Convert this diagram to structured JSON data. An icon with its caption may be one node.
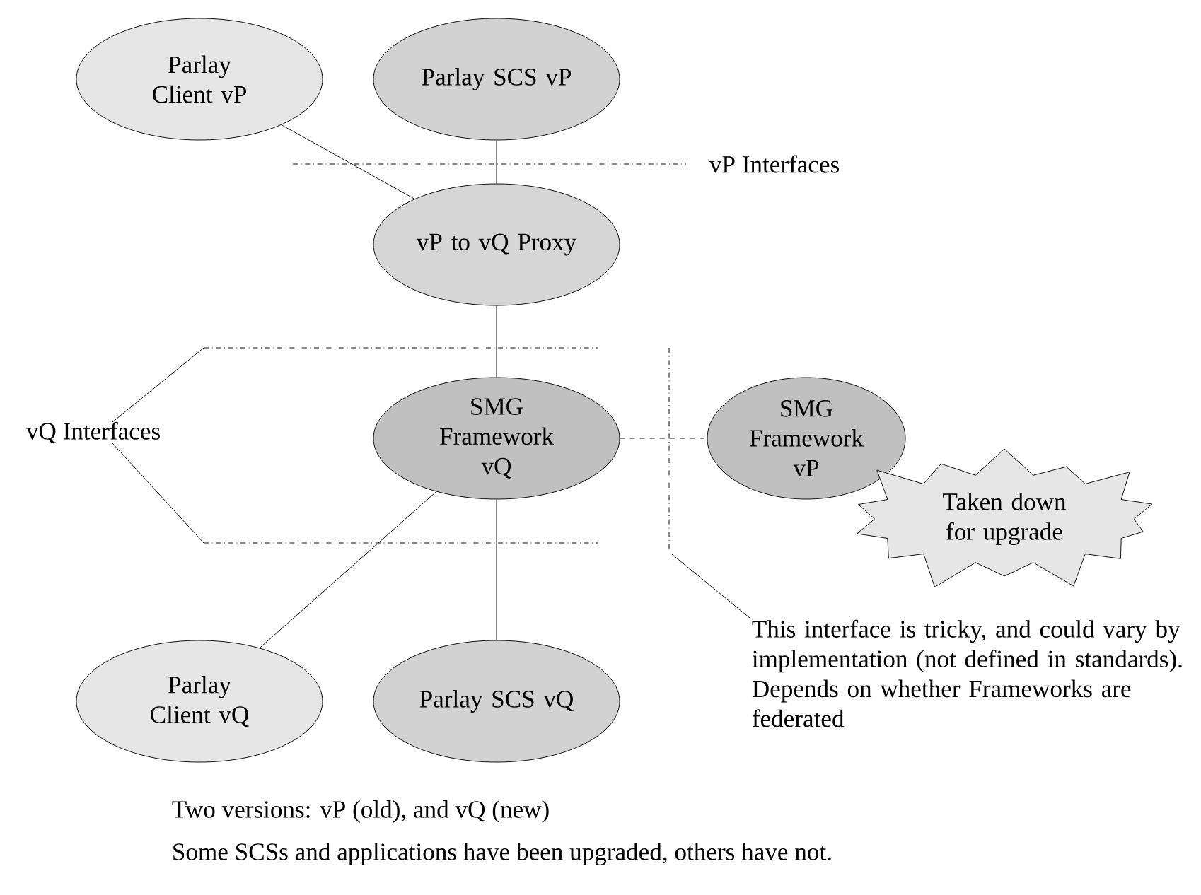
{
  "diagram": {
    "nodes": [
      {
        "text": [
          "Parlay Client vP"
        ]
      },
      {
        "text": [
          "Parlay SCS vP"
        ]
      },
      {
        "text": [
          "vP to vQ Proxy"
        ]
      },
      {
        "text": [
          "SMG Framework vQ"
        ]
      },
      {
        "text": [
          "SMG Framework vP"
        ]
      },
      {
        "text": [
          "Taken down for upgrade"
        ]
      },
      {
        "text": [
          "vQ Interfaces"
        ]
      },
      {
        "text": [
          "Parlay Client vQ"
        ]
      },
      {
        "text": [
          "Parlay SCS vQ"
        ]
      },
      {
        "text": [
          "This interface is tricky, and could vary by implementation (not defined in standards). Depends on whether Frameworks are federated"
        ]
      }
    ],
    "edges": [
      {
        "from": 0,
        "to": 2,
        "arrow": "none"
      },
      {
        "from": 1,
        "to": 2,
        "arrow": "none"
      },
      {
        "from": 2,
        "to": 3,
        "arrow": "none"
      },
      {
        "from": 3,
        "to": 4,
        "arrow": "none",
        "style": "dashed"
      },
      {
        "from": 3,
        "to": 7,
        "arrow": "none"
      },
      {
        "from": 3,
        "to": 8,
        "arrow": "none"
      },
      {
        "from": 6,
        "to": null,
        "arrow": "none"
      },
      {
        "from": 6,
        "to": null,
        "arrow": "none"
      },
      {
        "from": 9,
        "to": null,
        "arrow": "none"
      }
    ],
    "labels": [
      "vP Interfaces",
      "Two versions: vP (old), and vQ (new)",
      "Some SCSs and applications have been upgraded, others have not."
    ]
  }
}
